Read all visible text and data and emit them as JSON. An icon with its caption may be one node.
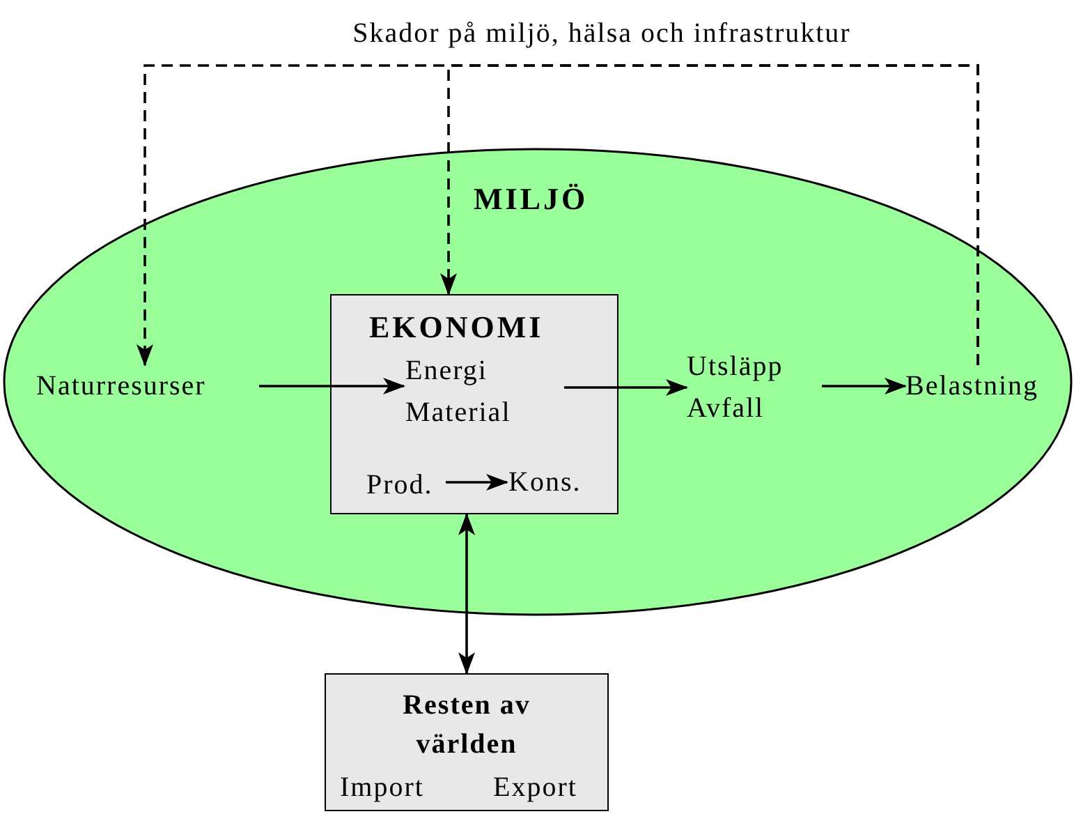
{
  "diagram": {
    "nodes": [
      {
        "text": [
          "MILJÖ"
        ]
      },
      {
        "text": [
          "EKONOMI"
        ],
        "in": 0
      },
      {
        "text": [
          "Energi Material"
        ],
        "in": 1
      },
      {
        "text": [
          "Prod."
        ],
        "in": 1
      },
      {
        "text": [
          "Kons."
        ],
        "in": 1
      },
      {
        "text": [
          "Naturresurser"
        ],
        "in": 0
      },
      {
        "text": [
          "Utsläpp Avfall"
        ],
        "in": 0
      },
      {
        "text": [
          "Belastning"
        ],
        "in": 0
      },
      {
        "text": [
          "Resten av världen",
          "Import",
          "Export"
        ]
      }
    ],
    "edges": [
      {
        "from": 5,
        "to": 2,
        "arrow": "to"
      },
      {
        "from": 2,
        "to": 6,
        "arrow": "to"
      },
      {
        "from": 6,
        "to": 7,
        "arrow": "to"
      },
      {
        "from": 3,
        "to": 4,
        "arrow": "to"
      },
      {
        "from": 7,
        "to": 1,
        "arrow": "to",
        "style": "dashed",
        "label": "Skador på miljö, hälsa och infrastruktur"
      },
      {
        "from": 7,
        "to": 5,
        "arrow": "to",
        "style": "dashed"
      },
      {
        "from": 1,
        "to": 8,
        "arrow": "both"
      }
    ]
  }
}
